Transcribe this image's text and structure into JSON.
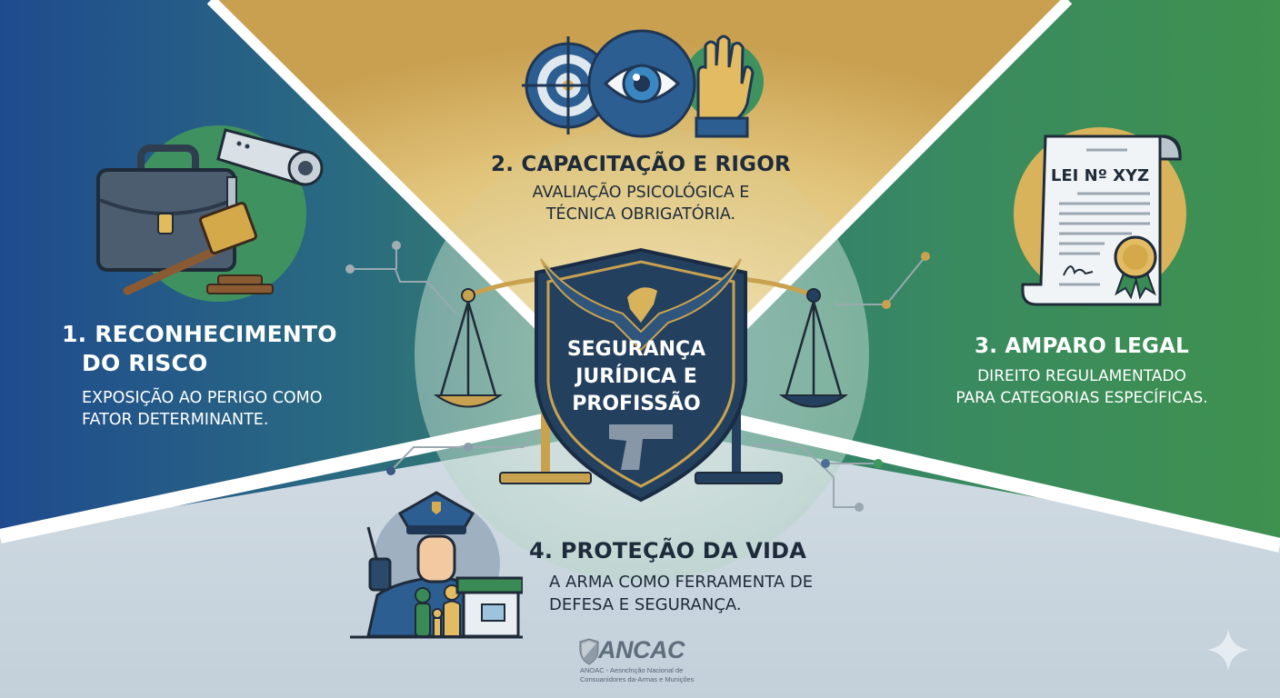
{
  "center": {
    "title_line1": "SEGURANÇA",
    "title_line2": "JURÍDICA E",
    "title_line3": "PROFISSÃO",
    "icons": [
      "shield-icon",
      "eagle-icon",
      "pistol-icon",
      "scales-of-justice-icon"
    ]
  },
  "sections": [
    {
      "number": "1.",
      "title_line1": "1. RECONHECIMENTO",
      "title_line2": "DO RISCO",
      "subtitle_line1": "EXPOSIÇÃO AO PERIGO COMO",
      "subtitle_line2": "FATOR DETERMINANTE.",
      "icons": [
        "briefcase-icon",
        "security-camera-icon",
        "gavel-icon"
      ],
      "color": "#1f4e8c"
    },
    {
      "number": "2.",
      "title": "2. CAPACITAÇÃO E RIGOR",
      "subtitle_line1": "AVALIAÇÃO PSICOLÓGICA E",
      "subtitle_line2": "TÉCNICA OBRIGATÓRIA.",
      "icons": [
        "target-crosshair-icon",
        "eye-icon",
        "raised-hand-icon"
      ],
      "color": "#d9b865"
    },
    {
      "number": "3.",
      "title": "3. AMPARO LEGAL",
      "subtitle_line1": "DIREITO REGULAMENTADO",
      "subtitle_line2": "PARA CATEGORIAS ESPECÍFICAS.",
      "document_label": "LEI Nº XYZ",
      "icons": [
        "law-document-icon",
        "seal-ribbon-icon"
      ],
      "color": "#3a8a55"
    },
    {
      "number": "4.",
      "title": "4. PROTEÇÃO DA VIDA",
      "subtitle_line1": "A ARMA COMO FERRAMENTA DE",
      "subtitle_line2": "DEFESA E SEGURANÇA.",
      "icons": [
        "police-officer-icon",
        "radio-icon",
        "family-icon",
        "storefront-icon"
      ],
      "color": "#cfd9e1"
    }
  ],
  "footer": {
    "logo_name": "ANCAC",
    "logo_sub_line1": "ANOAC - Aesnclnção Nacional de",
    "logo_sub_line2": "Consuanidores da-Armas e Munições"
  },
  "colors": {
    "navy": "#24405f",
    "gold": "#c9a24f",
    "blue": "#1f4e8c",
    "green": "#3a8a55",
    "light_gray": "#cfd9e1",
    "dark_text": "#1e2b3a"
  }
}
